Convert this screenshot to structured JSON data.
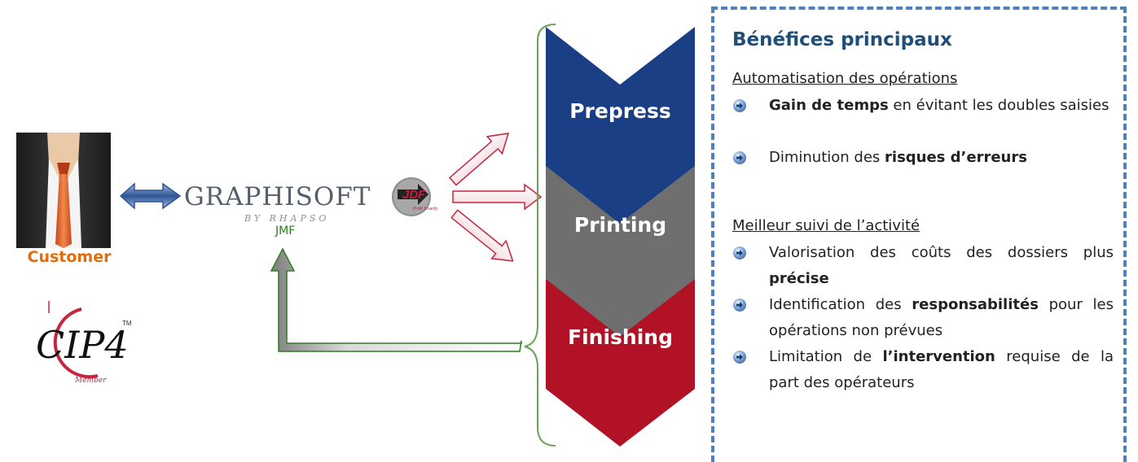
{
  "customer": {
    "label": "Customer"
  },
  "logo": {
    "main": "GRAPHISOFT",
    "sub": "BY RHAPSO",
    "jdf_badge": "JDF",
    "jdf_tagline": "Profit Smartly"
  },
  "jmf_label": "JMF",
  "cip4": {
    "logo": "CIP4",
    "badge": "Member",
    "tm": "TM"
  },
  "stages": [
    {
      "label": "Prepress",
      "color": "#1a3f84"
    },
    {
      "label": "Printing",
      "color": "#6f6f6f"
    },
    {
      "label": "Finishing",
      "color": "#b11226"
    }
  ],
  "panel": {
    "title": "Bénéfices principaux",
    "sections": [
      {
        "heading": "Automatisation des opérations",
        "items": [
          [
            {
              "b": "Gain de temps"
            },
            {
              "t": " en évitant les doubles saisies"
            }
          ],
          [
            {
              "t": "Diminution des "
            },
            {
              "b": "risques d’erreurs"
            }
          ]
        ]
      },
      {
        "heading": "Meilleur suivi de l’activité",
        "items": [
          [
            {
              "t": "Valorisation des coûts des dossiers plus "
            },
            {
              "b": "précise"
            }
          ],
          [
            {
              "t": "Identification des "
            },
            {
              "b": "responsabilités"
            },
            {
              "t": " pour les opérations non prévues"
            }
          ],
          [
            {
              "t": "Limitation de "
            },
            {
              "b": "l’intervention"
            },
            {
              "t": " requise de la part des opérateurs"
            }
          ]
        ]
      }
    ]
  },
  "colors": {
    "accent_blue": "#4f81bd",
    "title_blue": "#1f4e79",
    "customer_orange": "#e46c0a",
    "jmf_green": "#2e7d1e",
    "arrow_red": "#c9243f"
  }
}
